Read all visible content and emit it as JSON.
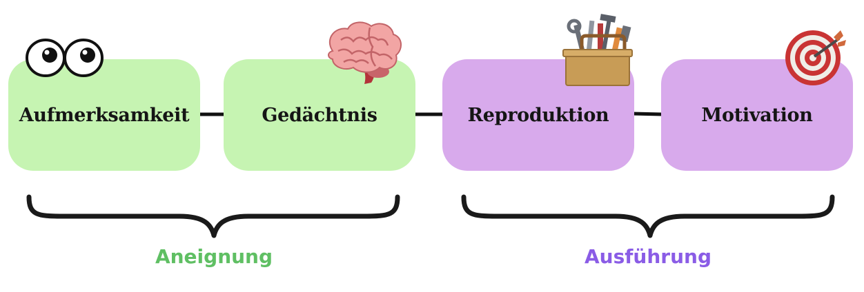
{
  "stages": [
    {
      "label": "Aufmerksamkeit",
      "icon": "eyes-icon"
    },
    {
      "label": "Gedächtnis",
      "icon": "brain-icon"
    },
    {
      "label": "Reproduktion",
      "icon": "toolbox-icon"
    },
    {
      "label": "Motivation",
      "icon": "target-icon"
    }
  ],
  "groups": [
    {
      "label": "Aneignung",
      "color": "#5fbf63"
    },
    {
      "label": "Ausführung",
      "color": "#8a5ce6"
    }
  ],
  "colors": {
    "green_box": "#c6f4b2",
    "purple_box": "#d8aaec",
    "connector": "#111111",
    "brace": "#1a1a1a"
  }
}
